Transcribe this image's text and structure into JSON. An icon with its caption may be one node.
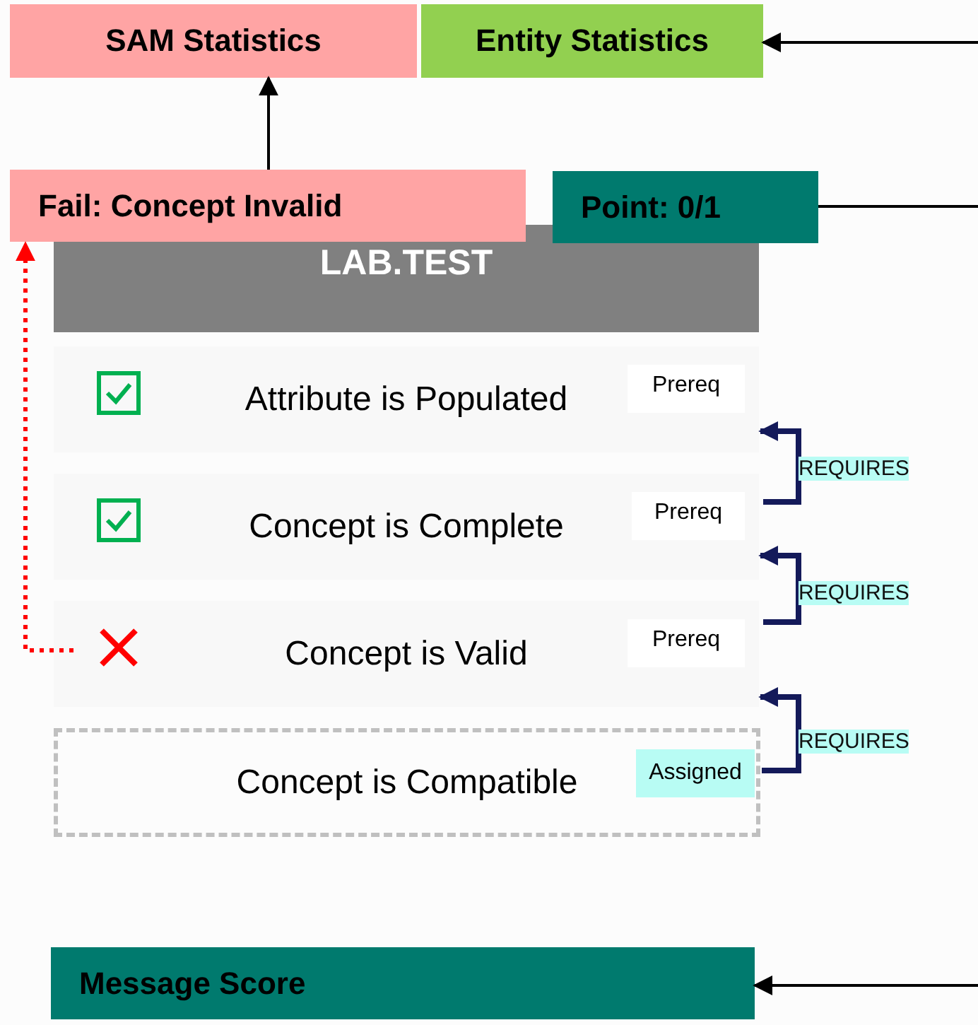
{
  "diagram": {
    "nodes": [
      {
        "text": [
          "SAM Statistics"
        ]
      },
      {
        "text": [
          "Entity Statistics"
        ]
      },
      {
        "text": [
          "Fail: Concept Invalid"
        ]
      },
      {
        "text": [
          "Point: 0/1"
        ]
      },
      {
        "text": [
          "LAB.TEST"
        ]
      },
      {
        "text": [
          "Attribute is Populated"
        ]
      },
      {
        "text": [
          "Prereq"
        ],
        "in": 5
      },
      {
        "text": [
          "Concept is Complete"
        ]
      },
      {
        "text": [
          "Prereq"
        ],
        "in": 7
      },
      {
        "text": [
          "Concept is Valid"
        ]
      },
      {
        "text": [
          "Prereq"
        ],
        "in": 9
      },
      {
        "text": [
          "Concept is Compatible"
        ]
      },
      {
        "text": [
          "Assigned"
        ],
        "in": 11
      },
      {
        "text": [
          "Message Score"
        ]
      }
    ],
    "edges": [
      {
        "from": 2,
        "to": 0,
        "arrow": "to"
      },
      {
        "from": null,
        "to": 1,
        "arrow": "to"
      },
      {
        "from": 3,
        "to": null,
        "arrow": "none"
      },
      {
        "from": null,
        "to": 13,
        "arrow": "to"
      },
      {
        "from": 9,
        "to": 2,
        "arrow": "to",
        "style": "dashed",
        "color": "#ff0000"
      },
      {
        "from": 7,
        "to": 5,
        "arrow": "to",
        "label": "REQUIRES",
        "style": "thick",
        "color": "#141a5a"
      },
      {
        "from": 9,
        "to": 7,
        "arrow": "to",
        "label": "REQUIRES",
        "style": "thick",
        "color": "#141a5a"
      },
      {
        "from": 11,
        "to": 9,
        "arrow": "to",
        "label": "REQUIRES",
        "style": "thick",
        "color": "#141a5a"
      }
    ]
  }
}
